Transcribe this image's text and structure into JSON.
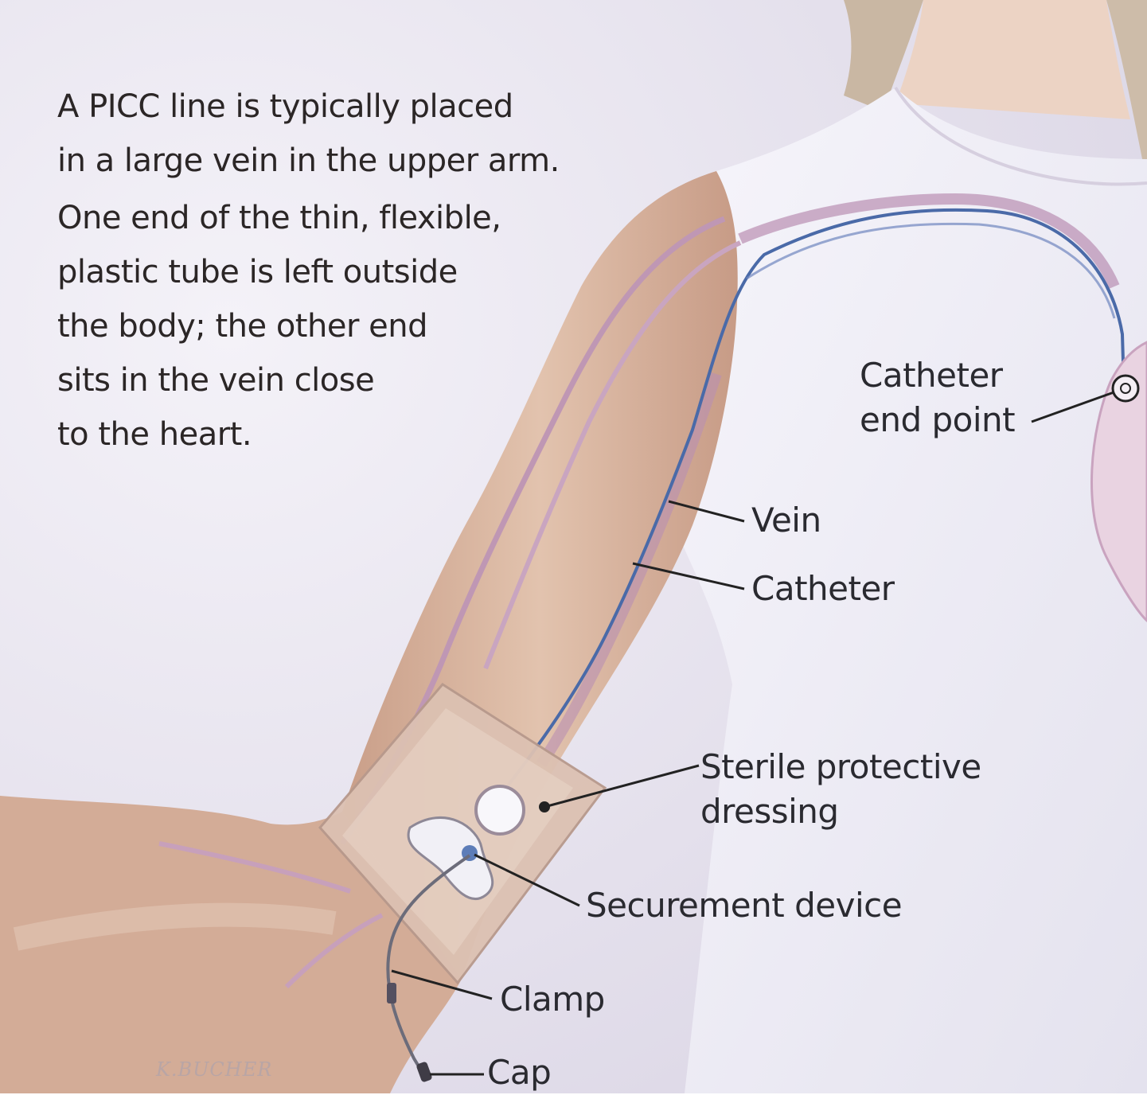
{
  "intro": {
    "lines": [
      "A PICC line is typically placed",
      "in a large vein in the upper arm.",
      "One end of the thin, flexible,",
      "plastic tube is left outside",
      "the body; the other end",
      "sits in the vein close",
      "to the heart."
    ]
  },
  "labels": {
    "catheter_end_point": [
      "Catheter",
      "end point"
    ],
    "vein": "Vein",
    "catheter": "Catheter",
    "dressing": [
      "Sterile protective",
      "dressing"
    ],
    "securement": "Securement device",
    "clamp": "Clamp",
    "cap": "Cap"
  },
  "signature": "K.BUCHER",
  "colors": {
    "background": "#e7e4ef",
    "skin": "#d7b29c",
    "shirt": "#f1f0f6",
    "vein": "#b792b0",
    "catheter": "#4a6aa8",
    "text": "#2a2a30"
  }
}
